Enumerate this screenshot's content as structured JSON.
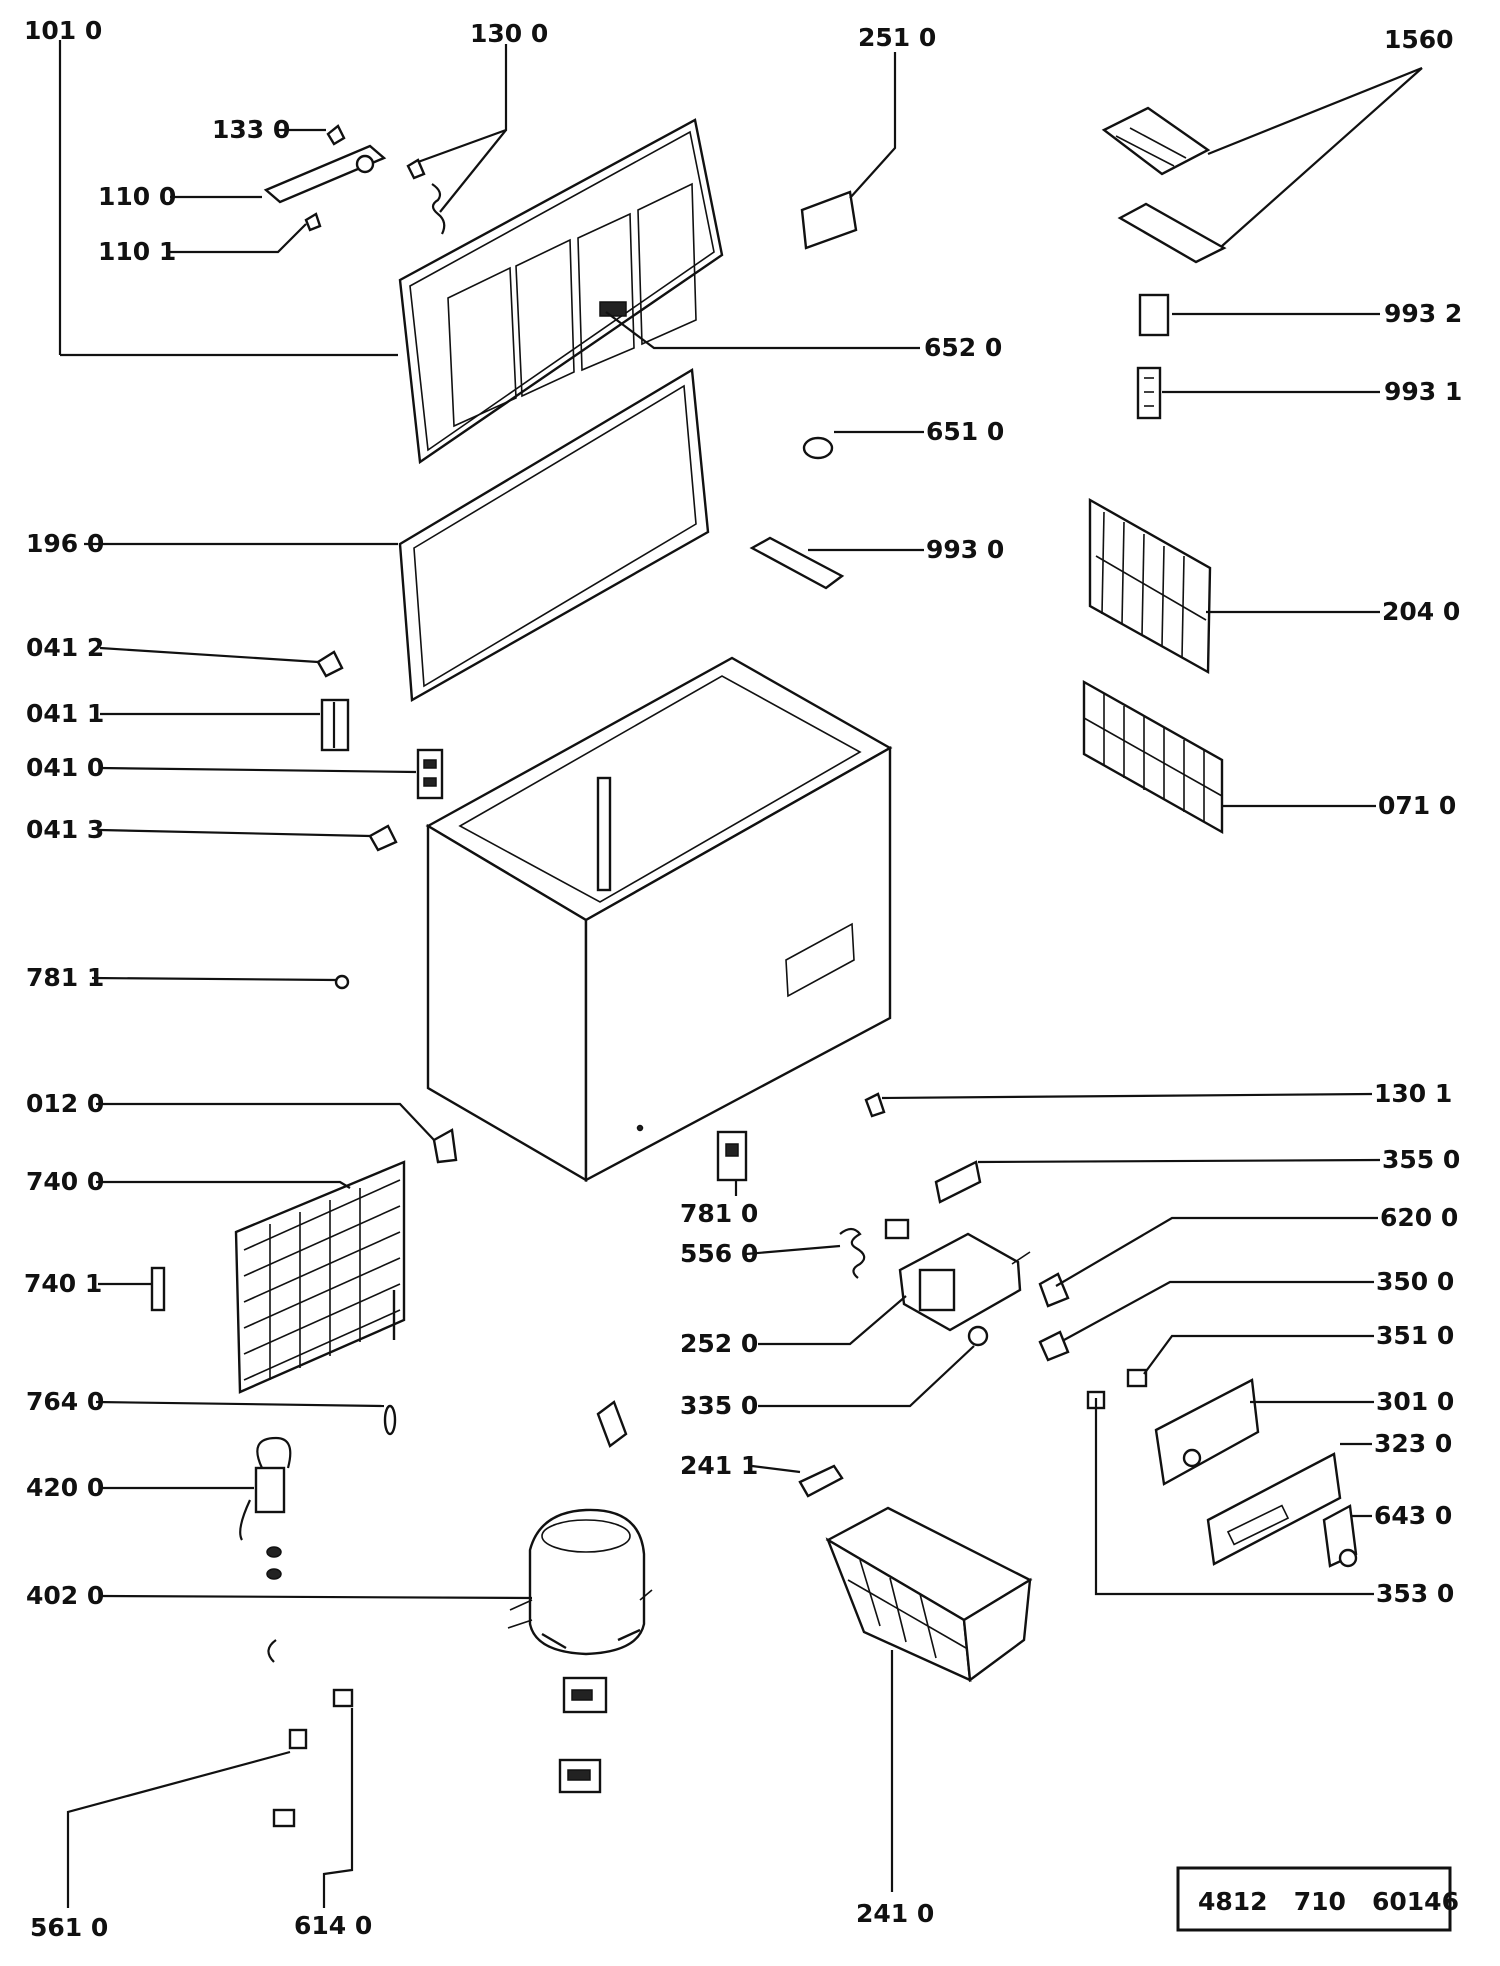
{
  "labels": {
    "l1010": "101 0",
    "l1300": "130 0",
    "l2510": "251 0",
    "l1560": "1560",
    "l1330": "133 0",
    "l1100": "110 0",
    "l1101": "110 1",
    "l6520": "652 0",
    "l9932": "993 2",
    "l9931": "993 1",
    "l6510": "651 0",
    "l1960": "196 0",
    "l9930": "993 0",
    "l2040": "204 0",
    "l0412": "041 2",
    "l0411": "041 1",
    "l0410": "041 0",
    "l0413": "041 3",
    "l0710": "071 0",
    "l7811": "781 1",
    "l0120": "012 0",
    "l1301": "130 1",
    "l7400": "740 0",
    "l3550": "355 0",
    "l7810": "781 0",
    "l6200": "620 0",
    "l5560": "556 0",
    "l7401": "740 1",
    "l3500": "350 0",
    "l2520": "252 0",
    "l3510": "351 0",
    "l7640": "764 0",
    "l3350": "335 0",
    "l3010": "301 0",
    "l3230": "323 0",
    "l2411": "241 1",
    "l4200": "420 0",
    "l6430": "643 0",
    "l4020": "402 0",
    "l3530": "353 0",
    "l5610": "561 0",
    "l6140": "614 0",
    "l2410": "241 0"
  },
  "doc_number": "4812   710   60146"
}
